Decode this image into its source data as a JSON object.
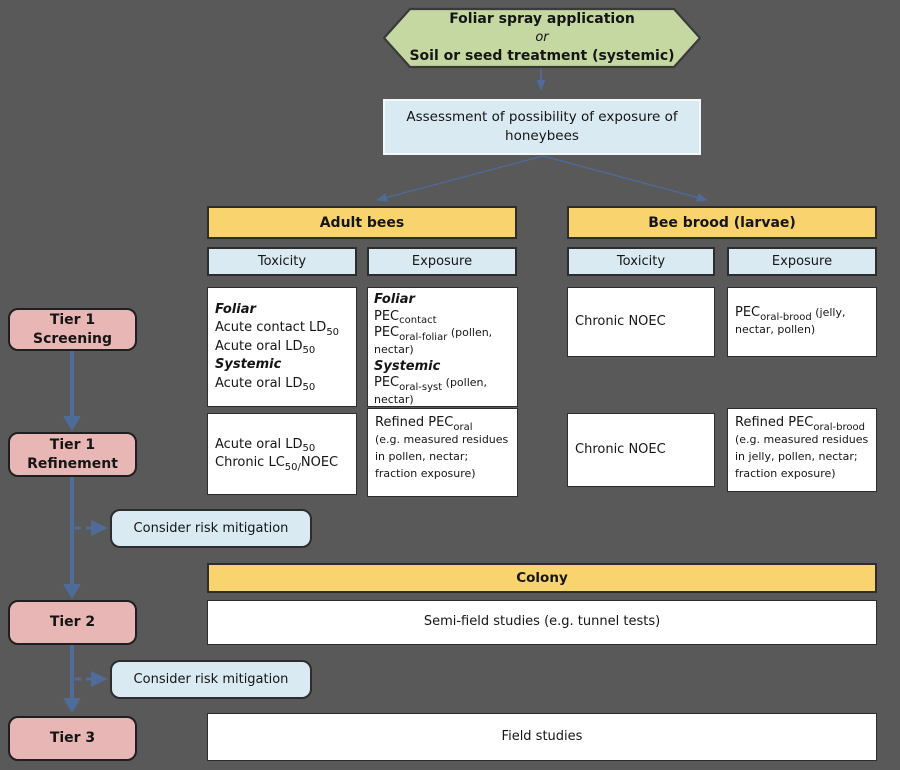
{
  "colors": {
    "background": "#595959",
    "hexagon_fill": "#c6d8a1",
    "header_yellow": "#f9d36e",
    "light_blue": "#d9eaf2",
    "tier_pink": "#e8b7b5",
    "box_white": "#ffffff",
    "arrow_blue": "#4e6b99"
  },
  "hexagon": {
    "lines": [
      "Foliar spray application",
      "or",
      "Soil or seed treatment (systemic)"
    ]
  },
  "assessment": "Assessment of possibility of exposure of honeybees",
  "tier_boxes": [
    {
      "lines": [
        "Tier 1",
        "Screening"
      ]
    },
    {
      "lines": [
        "Tier 1",
        "Refinement"
      ]
    },
    {
      "lines": [
        "Tier 2"
      ]
    },
    {
      "lines": [
        "Tier 3"
      ]
    }
  ],
  "mitigation_label": "Consider risk mitigation",
  "adult": {
    "header": "Adult bees",
    "toxicity_label": "Toxicity",
    "exposure_label": "Exposure",
    "screening": {
      "toxicity": [
        [
          {
            "t": "Foliar",
            "s": "bi"
          }
        ],
        [
          {
            "t": "Acute contact LD"
          },
          {
            "t": "50",
            "s": "sub"
          }
        ],
        [
          {
            "t": "Acute oral LD"
          },
          {
            "t": "50",
            "s": "sub"
          }
        ],
        [
          {
            "t": "Systemic",
            "s": "bi"
          }
        ],
        [
          {
            "t": "Acute oral LD"
          },
          {
            "t": "50",
            "s": "sub"
          }
        ]
      ],
      "exposure": [
        [
          {
            "t": "Foliar",
            "s": "bi"
          }
        ],
        [
          {
            "t": "PEC"
          },
          {
            "t": "contact",
            "s": "sub"
          }
        ],
        [
          {
            "t": "PEC"
          },
          {
            "t": "oral-foliar",
            "s": "sub"
          },
          {
            "t": " (pollen, nectar)",
            "s": "small"
          }
        ],
        [
          {
            "t": "Systemic",
            "s": "bi"
          }
        ],
        [
          {
            "t": "PEC"
          },
          {
            "t": "oral-syst",
            "s": "sub"
          },
          {
            "t": " (pollen, nectar)",
            "s": "small"
          }
        ]
      ]
    },
    "refinement": {
      "toxicity": [
        [
          {
            "t": "Acute oral LD"
          },
          {
            "t": "50",
            "s": "sub"
          }
        ],
        [
          {
            "t": "Chronic LC"
          },
          {
            "t": "50/",
            "s": "sub"
          },
          {
            "t": "NOEC"
          }
        ]
      ],
      "exposure": [
        [
          {
            "t": "Refined PEC"
          },
          {
            "t": "oral",
            "s": "sub"
          }
        ],
        [
          {
            "t": "(e.g. measured residues in pollen, nectar; fraction exposure)",
            "s": "small"
          }
        ]
      ]
    }
  },
  "brood": {
    "header": "Bee brood (larvae)",
    "toxicity_label": "Toxicity",
    "exposure_label": "Exposure",
    "screening": {
      "toxicity": [
        [
          {
            "t": "Chronic NOEC"
          }
        ]
      ],
      "exposure": [
        [
          {
            "t": "PEC"
          },
          {
            "t": "oral-brood",
            "s": "sub"
          },
          {
            "t": " (jelly, nectar, pollen)",
            "s": "small"
          }
        ]
      ]
    },
    "refinement": {
      "toxicity": [
        [
          {
            "t": "Chronic NOEC"
          }
        ]
      ],
      "exposure": [
        [
          {
            "t": "Refined PEC"
          },
          {
            "t": "oral-brood",
            "s": "sub"
          }
        ],
        [
          {
            "t": "(e.g. measured residues in jelly, pollen, nectar; fraction exposure)",
            "s": "small"
          }
        ]
      ]
    }
  },
  "colony": {
    "header": "Colony",
    "semi_field": "Semi-field studies (e.g. tunnel tests)",
    "field": "Field studies"
  }
}
